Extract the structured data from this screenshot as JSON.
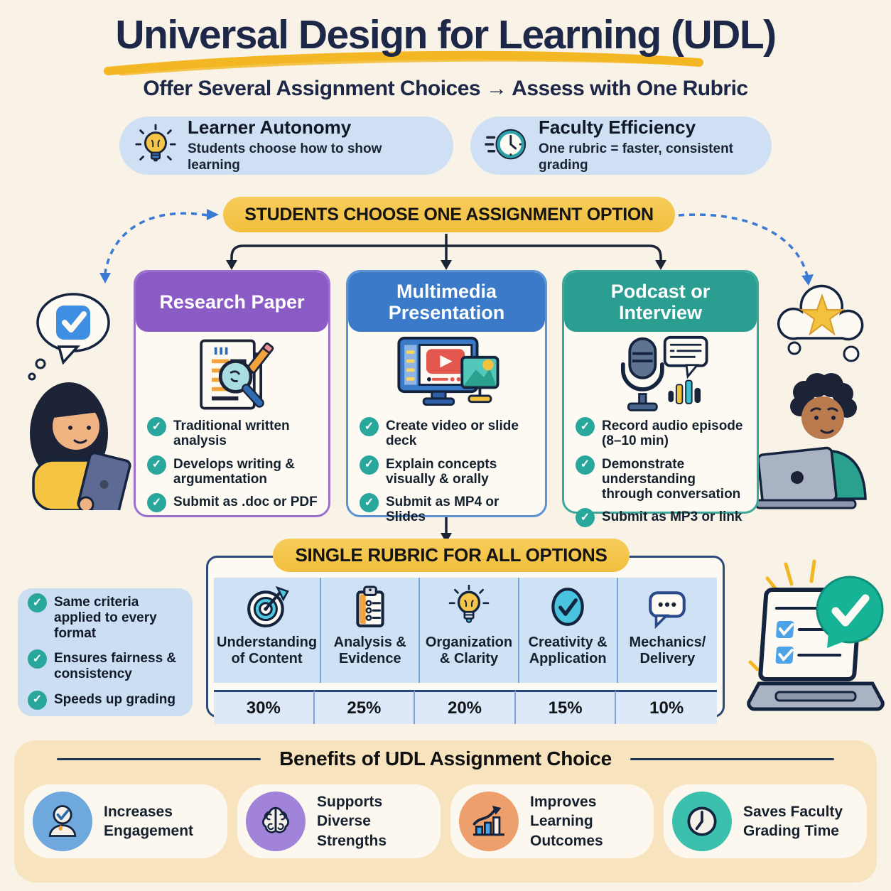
{
  "header": {
    "title": "Universal Design for Learning (UDL)",
    "subtitle": "Offer Several Assignment Choices → Assess with One Rubric"
  },
  "highlights": [
    {
      "icon": "lightbulb-icon",
      "title": "Learner Autonomy",
      "description": "Students choose how to show learning"
    },
    {
      "icon": "clock-icon",
      "title": "Faculty Efficiency",
      "description": "One rubric = faster, consistent grading"
    }
  ],
  "choose_banner": {
    "label": "STUDENTS CHOOSE ONE ASSIGNMENT OPTION"
  },
  "options": [
    {
      "icon": "document-magnifier-icon",
      "title": "Research Paper",
      "header_color": "#8a5ac5",
      "bullets": [
        "Traditional written analysis",
        "Develops writing & argumentation",
        "Submit as .doc or PDF"
      ]
    },
    {
      "icon": "video-monitor-icon",
      "title": "Multimedia Presentation",
      "header_color": "#3a7ac8",
      "bullets": [
        "Create video or slide deck",
        "Explain concepts visually & orally",
        "Submit as MP4 or Slides"
      ]
    },
    {
      "icon": "microphone-icon",
      "title": "Podcast or Interview",
      "header_color": "#2b9e92",
      "bullets": [
        "Record audio episode (8–10 min)",
        "Demonstrate understanding through conversation",
        "Submit as MP3 or link"
      ]
    }
  ],
  "rubric_banner": {
    "label": "SINGLE RUBRIC FOR ALL OPTIONS"
  },
  "rubric": {
    "columns": [
      {
        "icon": "target-icon",
        "label": "Understanding of Content",
        "percent": "30%"
      },
      {
        "icon": "clipboard-icon",
        "label": "Analysis & Evidence",
        "percent": "25%"
      },
      {
        "icon": "lightbulb-icon",
        "label": "Organization & Clarity",
        "percent": "20%"
      },
      {
        "icon": "check-circle-icon",
        "label": "Creativity & Application",
        "percent": "15%"
      },
      {
        "icon": "speech-bubble-icon",
        "label": "Mechanics/ Delivery",
        "percent": "10%"
      }
    ]
  },
  "rubric_notes": {
    "items": [
      "Same criteria applied to every format",
      "Ensures fairness & consistency",
      "Speeds up grading"
    ]
  },
  "benefits": {
    "title": "Benefits of UDL Assignment Choice",
    "items": [
      {
        "icon": "person-check-icon",
        "color": "#6fa8dc",
        "line1": "Increases",
        "line2": "Engagement"
      },
      {
        "icon": "brain-icon",
        "color": "#a183d9",
        "line1": "Supports",
        "line2": "Diverse Strengths"
      },
      {
        "icon": "growth-chart-icon",
        "color": "#eda06b",
        "line1": "Improves",
        "line2": "Learning Outcomes"
      },
      {
        "icon": "clock-icon",
        "color": "#3cc0ae",
        "line1": "Saves Faculty",
        "line2": "Grading Time"
      }
    ]
  },
  "colors": {
    "background": "#f9f2e7",
    "title_navy": "#1d2747",
    "banner_gold": "#f3c74f",
    "pill_blue": "#cfe0f4",
    "check_teal": "#2aa79c",
    "benefits_band": "#f8e3bf",
    "dashed_arrow_blue": "#3b7ad4"
  }
}
